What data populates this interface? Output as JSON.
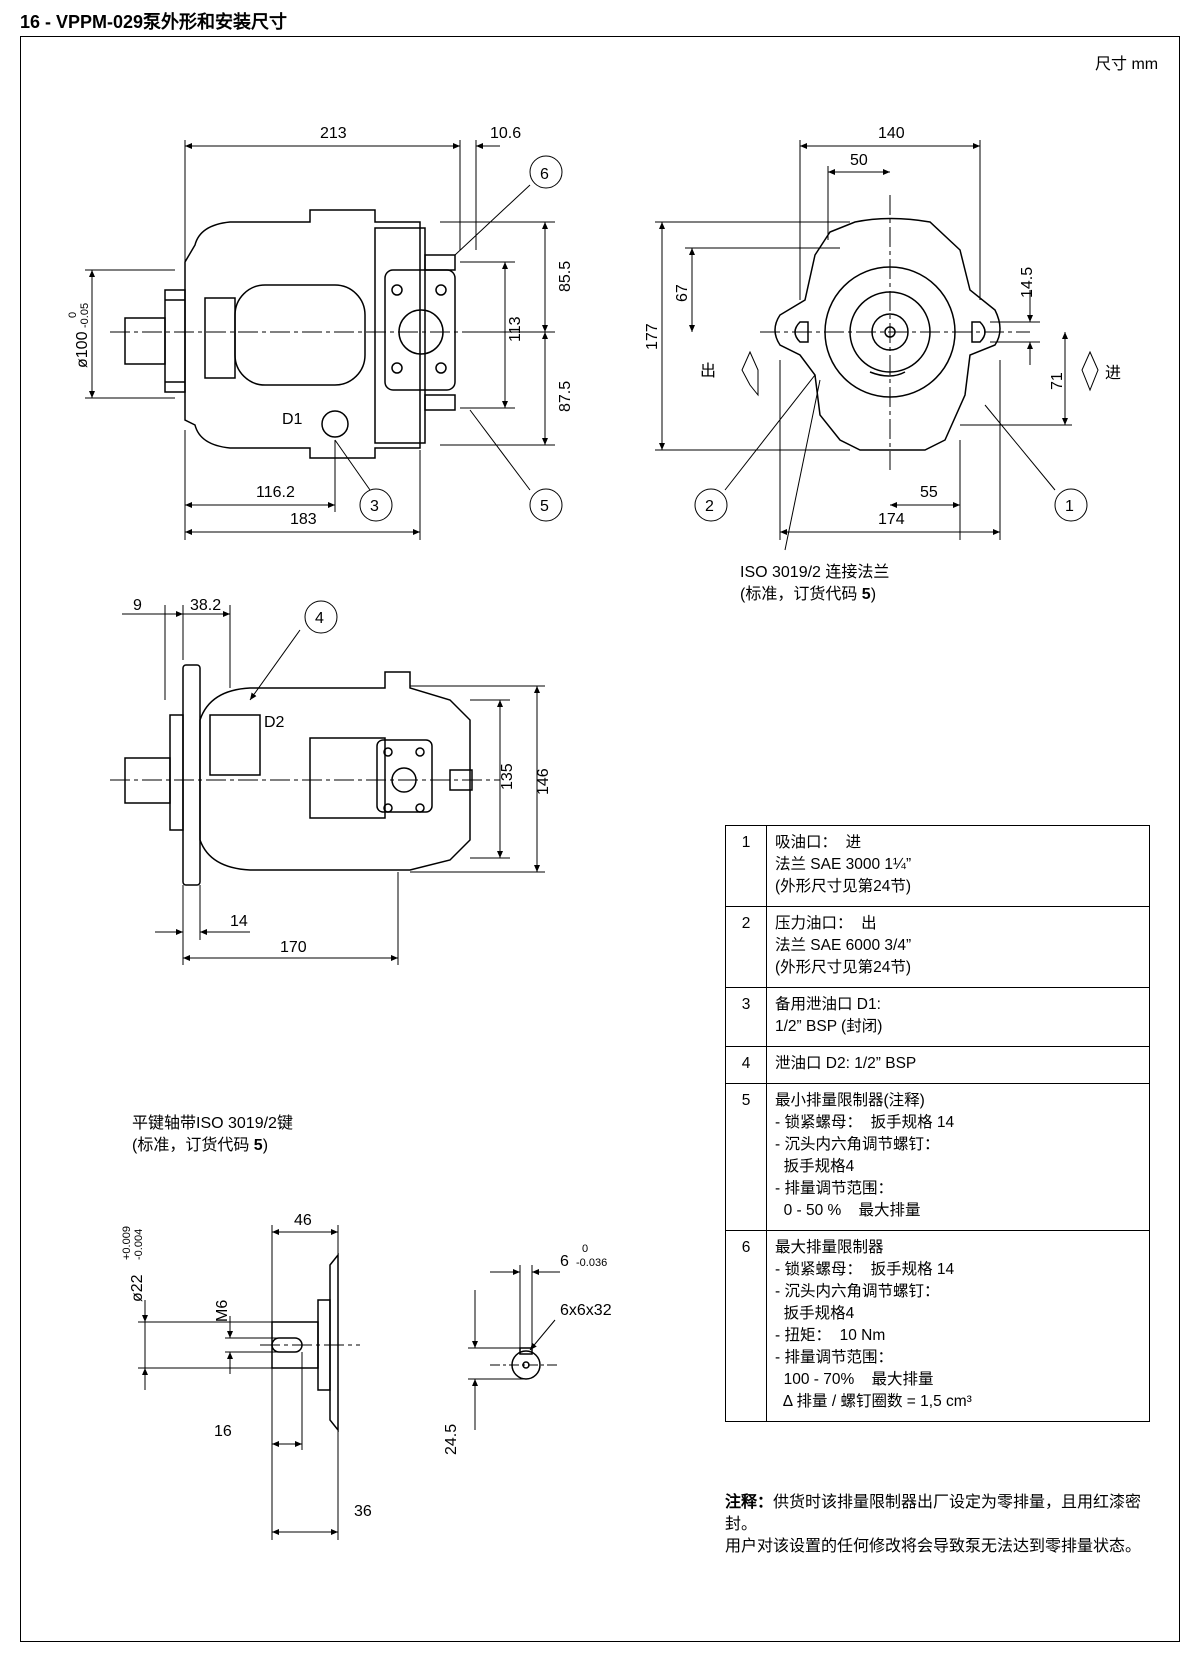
{
  "title": "16 - VPPM-029泵外形和安装尺寸",
  "unit_label": "尺寸  mm",
  "top_view": {
    "dims": {
      "d213": "213",
      "d10_6": "10.6",
      "d85_5": "85.5",
      "d113": "113",
      "d87_5": "87.5",
      "d116_2": "116.2",
      "d183": "183",
      "dia100": "ø100",
      "tol_upper": "0",
      "tol_lower": "-0.05"
    },
    "port_label": "D1",
    "callouts": {
      "c6": "6",
      "c3": "3",
      "c5": "5"
    }
  },
  "front_view": {
    "dims": {
      "d140": "140",
      "d50": "50",
      "d177": "177",
      "d67": "67",
      "d14_5": "14.5",
      "d71": "71",
      "d55": "55",
      "d174": "174"
    },
    "out_label": "出",
    "in_label": "进",
    "callouts": {
      "c2": "2",
      "c1": "1"
    },
    "note_line1": "ISO 3019/2 连接法兰",
    "note_line2_prefix": "(标准，订货代码 ",
    "note_line2_code": "5",
    "note_line2_suffix": ")"
  },
  "side_view": {
    "dims": {
      "d9": "9",
      "d38_2": "38.2",
      "d135": "135",
      "d146": "146",
      "d14": "14",
      "d170": "170"
    },
    "port_label": "D2",
    "callouts": {
      "c4": "4"
    }
  },
  "shaft": {
    "title_line1": "平键轴带ISO 3019/2键",
    "title_line2_prefix": "(标准，订货代码 ",
    "title_line2_code": "5",
    "title_line2_suffix": ")",
    "dims": {
      "d46": "46",
      "dia22": "ø22",
      "tol_upper": "+0.009",
      "tol_lower": "-0.004",
      "m6": "M6",
      "d16": "16",
      "d36": "36",
      "d6": "6",
      "d6_upper": "0",
      "d6_lower": "-0.036",
      "key": "6x6x32",
      "d24_5": "24.5"
    }
  },
  "legend": [
    {
      "num": "1",
      "lines": [
        "吸油口：  进",
        "法兰 SAE 3000 1¼”",
        "(外形尺寸见第24节)"
      ]
    },
    {
      "num": "2",
      "lines": [
        "压力油口：  出",
        "法兰 SAE 6000 3/4”",
        "(外形尺寸见第24节)"
      ]
    },
    {
      "num": "3",
      "lines": [
        "备用泄油口 D1:",
        "1/2” BSP (封闭)"
      ]
    },
    {
      "num": "4",
      "lines": [
        "泄油口 D2: 1/2” BSP"
      ]
    },
    {
      "num": "5",
      "lines": [
        "最小排量限制器(注释)",
        "- 锁紧螺母：  扳手规格 14",
        "- 沉头内六角调节螺钉：",
        "  扳手规格4",
        "- 排量调节范围：",
        "  0 - 50 %    最大排量"
      ]
    },
    {
      "num": "6",
      "lines": [
        "最大排量限制器",
        "- 锁紧螺母：  扳手规格 14",
        "- 沉头内六角调节螺钉：",
        "  扳手规格4",
        "- 扭矩：  10 Nm",
        "- 排量调节范围：",
        "  100 - 70%    最大排量",
        "  Δ 排量 / 螺钉圈数 = 1,5 cm³"
      ]
    }
  ],
  "note": {
    "label": "注释：",
    "text1": "供货时该排量限制器出厂设定为零排量，且用红漆密封。",
    "text2": "用户对该设置的任何修改将会导致泵无法达到零排量状态。"
  }
}
